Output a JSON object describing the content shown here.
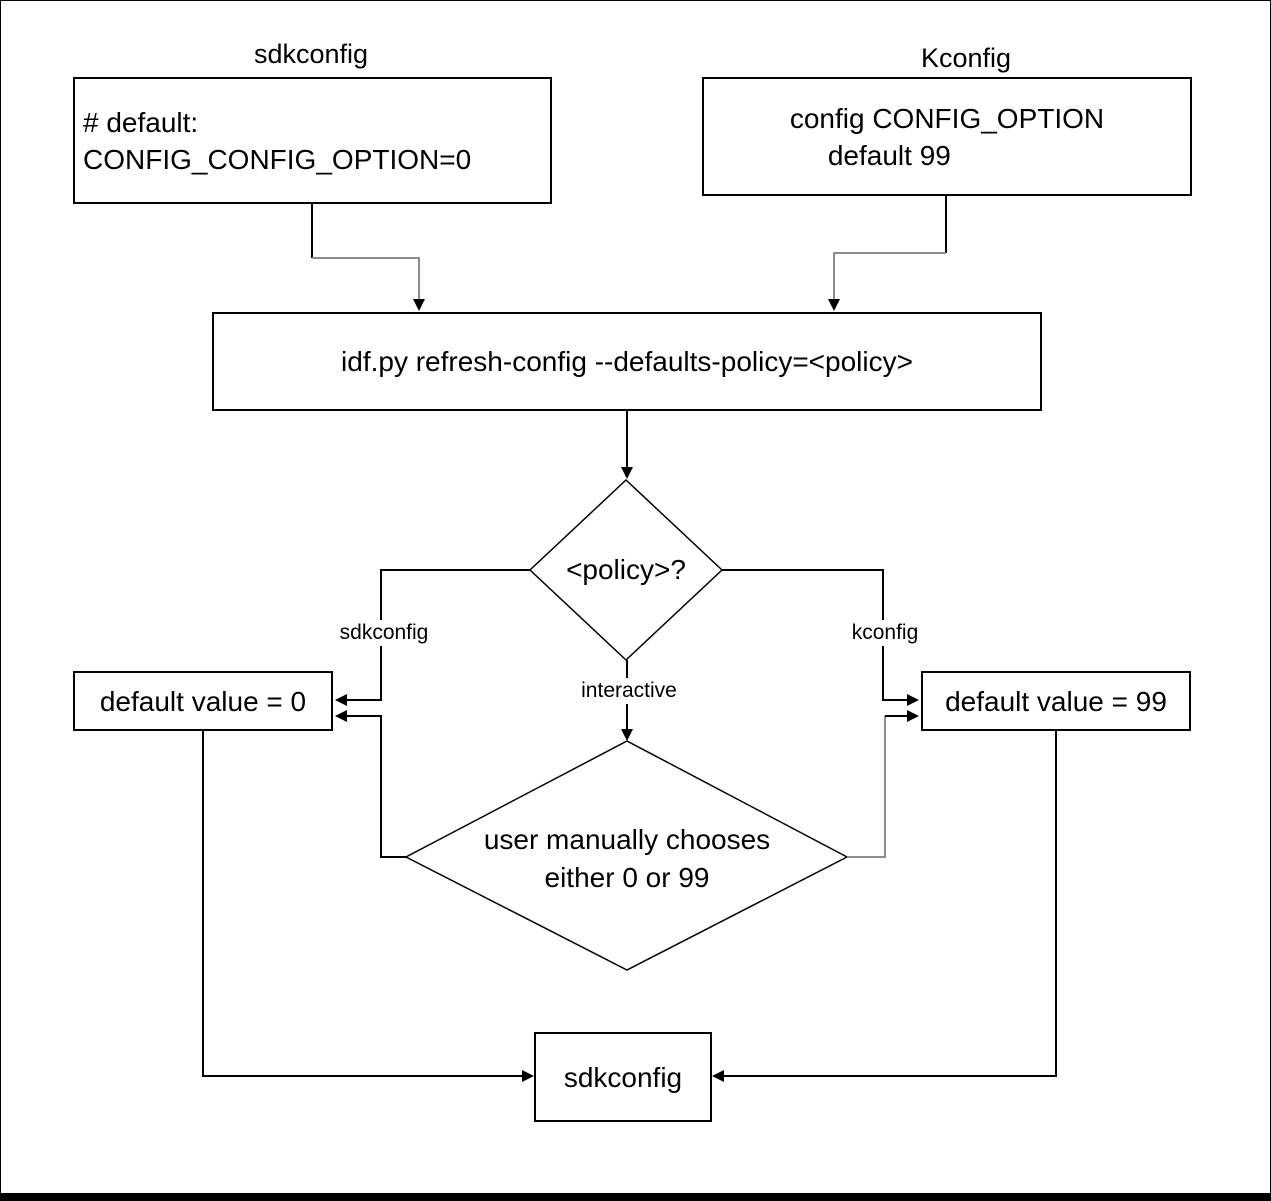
{
  "diagram": {
    "titles": {
      "sdkconfig_source": "sdkconfig",
      "kconfig_source": "Kconfig"
    },
    "nodes": {
      "sdkconfig_source": {
        "line1": "# default:",
        "line2": "CONFIG_CONFIG_OPTION=0"
      },
      "kconfig_source": {
        "line1": "config CONFIG_OPTION",
        "line2": "default 99"
      },
      "command": {
        "label": "idf.py refresh-config --defaults-policy=<policy>"
      },
      "policy_decision": {
        "label": "<policy>?"
      },
      "default_0": {
        "label": "default value = 0"
      },
      "default_99": {
        "label": "default value = 99"
      },
      "manual_choice": {
        "line1": "user manually chooses",
        "line2": "either 0 or 99"
      },
      "sdkconfig_output": {
        "label": "sdkconfig"
      }
    },
    "edge_labels": {
      "sdkconfig_branch": "sdkconfig",
      "kconfig_branch": "kconfig",
      "interactive_branch": "interactive"
    },
    "colors": {
      "stroke": "#000000",
      "elbow_gray": "#8c8c8c",
      "background": "#ffffff",
      "bottom_bar": "#000000"
    }
  }
}
